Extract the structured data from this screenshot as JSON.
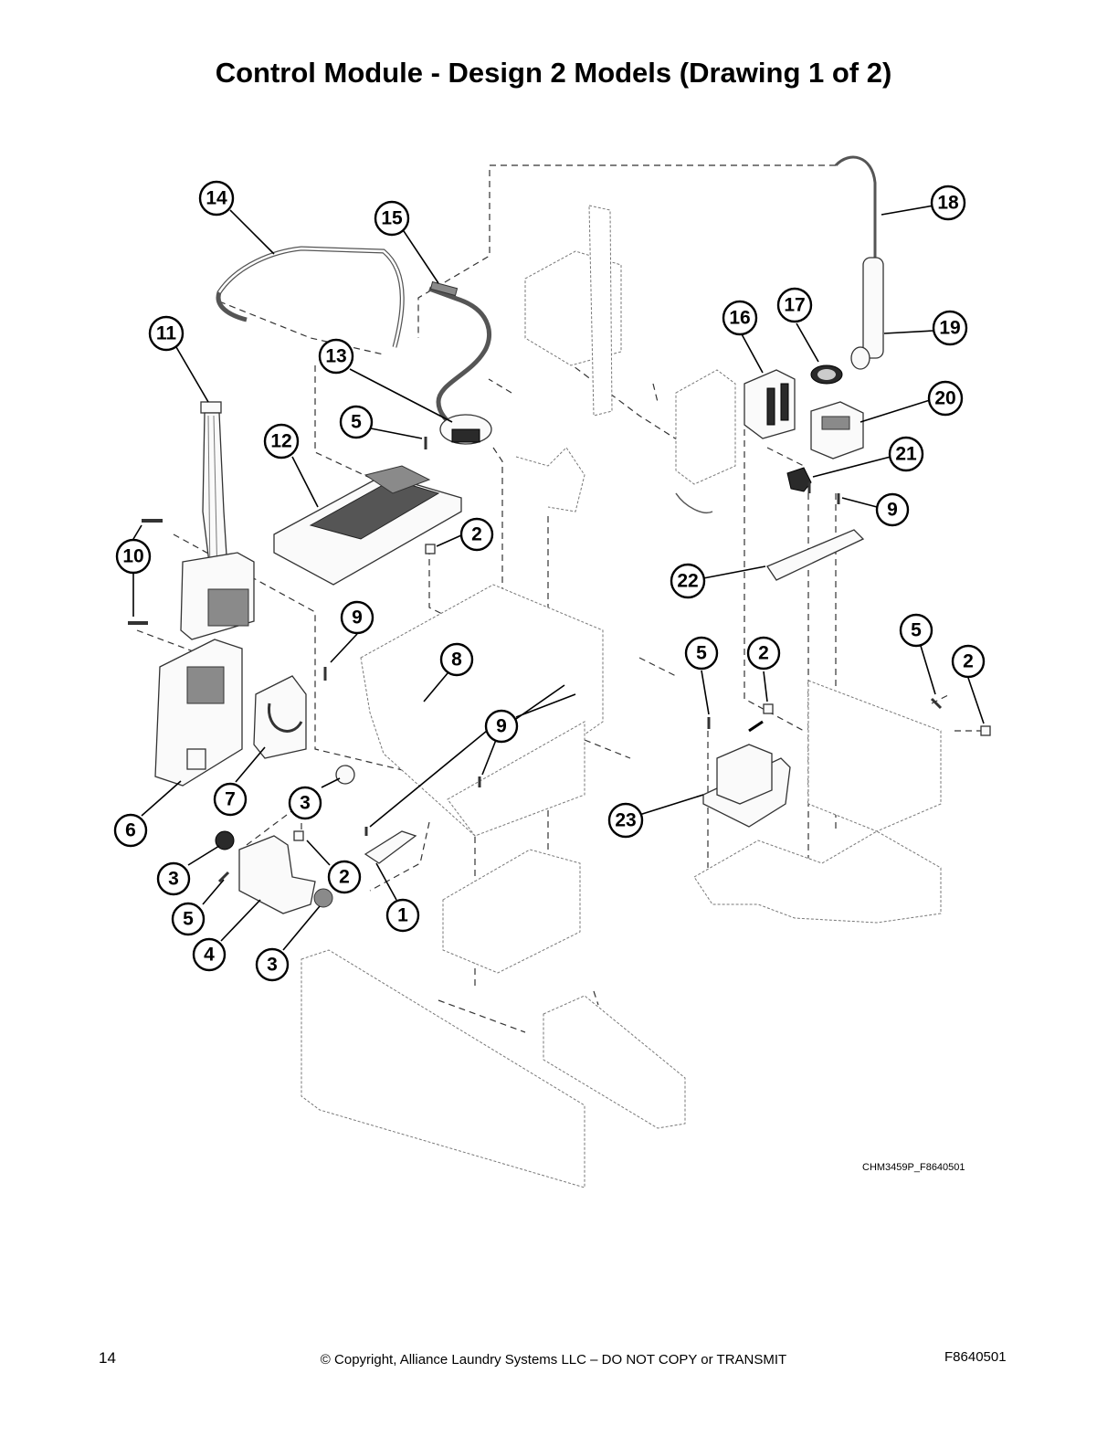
{
  "title": "Control Module - Design 2 Models (Drawing 1 of 2)",
  "drawing_code": "CHM3459P_F8640501",
  "footer": {
    "page_number": "14",
    "copyright": "© Copyright, Alliance Laundry Systems LLC – DO NOT COPY or TRANSMIT",
    "doc_code": "F8640501"
  },
  "callouts": [
    "1",
    "2",
    "3",
    "4",
    "5",
    "6",
    "7",
    "8",
    "9",
    "10",
    "11",
    "12",
    "13",
    "14",
    "15",
    "16",
    "17",
    "18",
    "19",
    "20",
    "21",
    "22",
    "23"
  ]
}
